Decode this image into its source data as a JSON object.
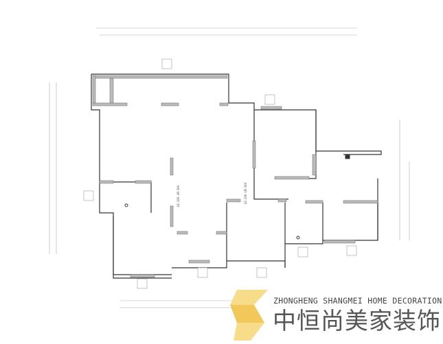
{
  "logo": {
    "english": "ZHONGHENG SHANGMEI HOME DECORATION",
    "chinese": "中恒尚美家装饰",
    "colors": {
      "gold": "#f3c85a",
      "light_gold": "#f7dc8a",
      "text": "#555555"
    }
  },
  "plan_labels": [
    "LD-280 LM-300",
    "LD-280 LM-300"
  ]
}
